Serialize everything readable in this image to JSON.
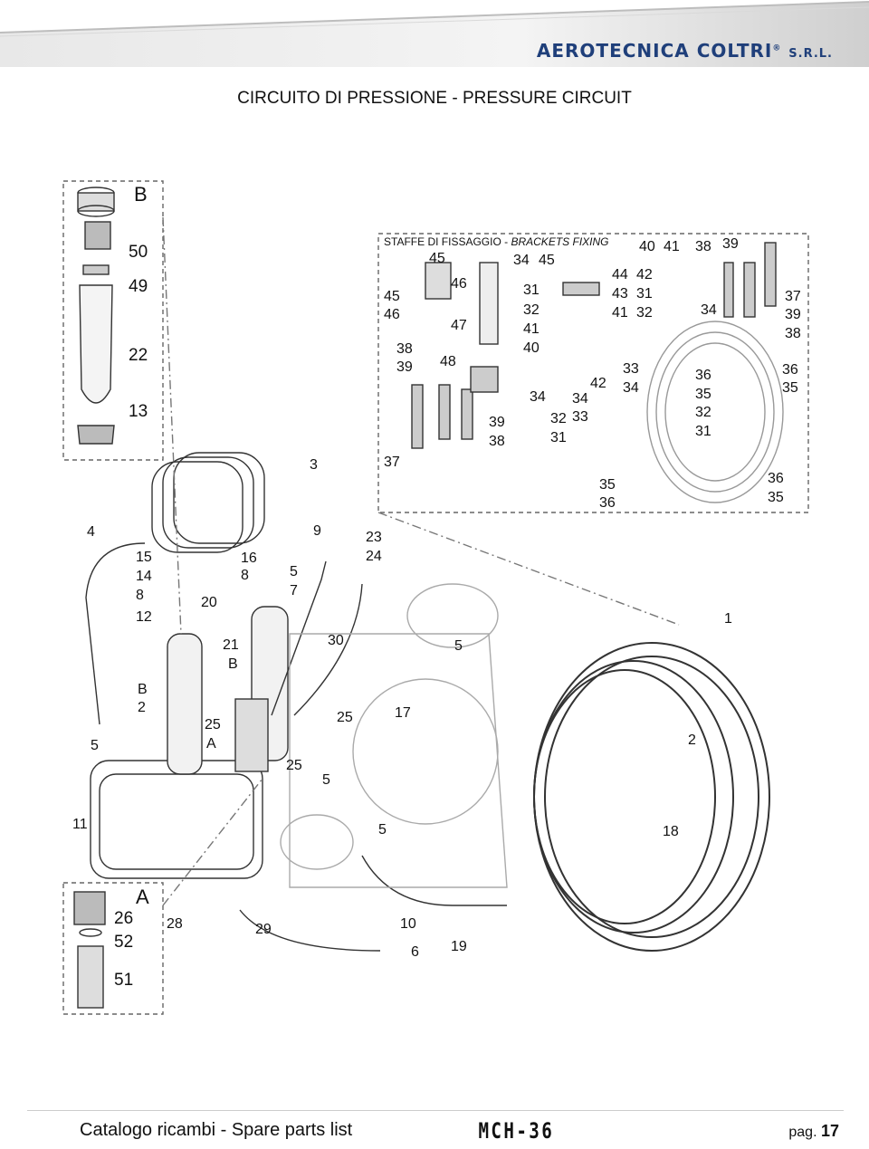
{
  "brand": {
    "name": "AEROTECNICA COLTRI",
    "registered": "®",
    "suffix": "S.R.L."
  },
  "title": "CIRCUITO DI PRESSIONE - PRESSURE CIRCUIT",
  "inset_b": {
    "letter": "B",
    "callouts": [
      "50",
      "49",
      "22",
      "13"
    ]
  },
  "inset_a": {
    "letter": "A",
    "callouts": [
      "26",
      "52",
      "51"
    ]
  },
  "brackets": {
    "caption": "STAFFE DI FISSAGGIO - ",
    "caption_italic": "BRACKETS FIXING",
    "callouts": [
      "45",
      "34",
      "45",
      "40",
      "41",
      "38",
      "39",
      "46",
      "44",
      "42",
      "45",
      "46",
      "31",
      "43",
      "31",
      "37",
      "32",
      "41",
      "32",
      "34",
      "39",
      "47",
      "41",
      "38",
      "38",
      "40",
      "48",
      "33",
      "36",
      "36",
      "39",
      "42",
      "34",
      "35",
      "35",
      "34",
      "34",
      "32",
      "33",
      "32",
      "39",
      "31",
      "31",
      "38",
      "37",
      "35",
      "36",
      "36",
      "35"
    ]
  },
  "main_callouts": [
    "3",
    "4",
    "15",
    "14",
    "8",
    "12",
    "16",
    "8",
    "5",
    "7",
    "20",
    "9",
    "23",
    "24",
    "21",
    "B",
    "30",
    "5",
    "1",
    "B",
    "2",
    "25",
    "A",
    "25",
    "17",
    "2",
    "5",
    "25",
    "5",
    "11",
    "5",
    "18",
    "28",
    "29",
    "10",
    "6",
    "19"
  ],
  "footer": {
    "catalog": "Catalogo ricambi  -  Spare parts list",
    "model": "MCH-36",
    "page_label": "pag.",
    "page_number": "17"
  }
}
